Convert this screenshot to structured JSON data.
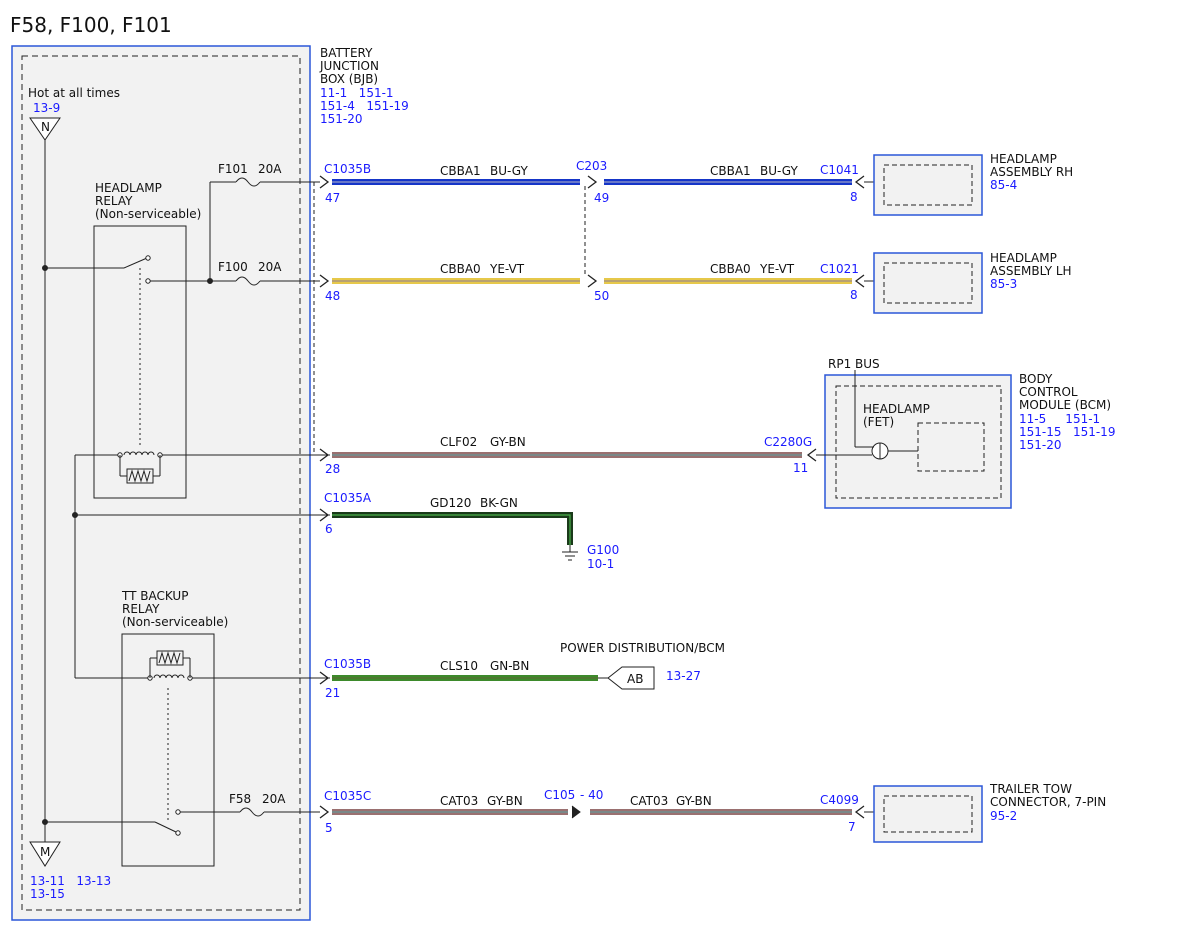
{
  "page_title": "F58, F100, F101",
  "colors": {
    "ref_blue": "#1a1aff",
    "box_border": "#2b57d8",
    "wire_bu_gy": "#1535c8",
    "wire_ye_vt": "#e6c84a",
    "wire_gy_bn": "#9a6a60",
    "wire_bk_gn": "#1a3a1a",
    "wire_gn_bn": "#3d8a2b"
  },
  "bjb": {
    "name_lines": [
      "BATTERY",
      "JUNCTION",
      "BOX (BJB)"
    ],
    "refs": [
      "11-1   151-1",
      "151-4   151-19",
      "151-20"
    ],
    "hot_label": "Hot at all times",
    "hot_ref": "13-9",
    "bus_top_symbol": "N",
    "bus_bottom_symbol": "M",
    "bus_bottom_refs": [
      "13-11   13-13",
      "13-15"
    ],
    "headlamp_relay": [
      "HEADLAMP",
      "RELAY",
      "(Non-serviceable)"
    ],
    "tt_relay": [
      "TT BACKUP",
      "RELAY",
      "(Non-serviceable)"
    ],
    "fuses": [
      {
        "name": "F101",
        "rating": "20A"
      },
      {
        "name": "F100",
        "rating": "20A"
      },
      {
        "name": "F58",
        "rating": "20A"
      }
    ]
  },
  "circuits": [
    {
      "connector": "C1035B",
      "pin": "47",
      "circuit": "CBBA1",
      "color": "BU-GY",
      "inline_connector": "C203",
      "inline_pin": "49",
      "circuit2": "CBBA1",
      "color2": "BU-GY",
      "end_connector": "C1041",
      "end_pin": "8"
    },
    {
      "pin": "48",
      "circuit": "CBBA0",
      "color": "YE-VT",
      "inline_pin": "50",
      "circuit2": "CBBA0",
      "color2": "YE-VT",
      "end_connector": "C1021",
      "end_pin": "8"
    },
    {
      "pin": "28",
      "circuit": "CLF02",
      "color": "GY-BN",
      "end_connector": "C2280G",
      "end_pin": "11"
    },
    {
      "connector": "C1035A",
      "pin": "6",
      "circuit": "GD120",
      "color": "BK-GN"
    },
    {
      "connector": "C1035B",
      "pin": "21",
      "circuit": "CLS10",
      "color": "GN-BN"
    },
    {
      "connector": "C1035C",
      "pin": "5",
      "circuit": "CAT03",
      "color": "GY-BN",
      "inline_connector": "C105",
      "inline_pin": "- 40",
      "circuit2": "CAT03",
      "color2": "GY-BN",
      "end_connector": "C4099",
      "end_pin": "7"
    }
  ],
  "components": {
    "headlamp_rh": {
      "lines": [
        "HEADLAMP",
        "ASSEMBLY RH"
      ],
      "ref": "85-4"
    },
    "headlamp_lh": {
      "lines": [
        "HEADLAMP",
        "ASSEMBLY LH"
      ],
      "ref": "85-3"
    },
    "bcm": {
      "lines": [
        "BODY",
        "CONTROL",
        "MODULE (BCM)"
      ],
      "refs": [
        "11-5     151-1",
        "151-15   151-19",
        "151-20"
      ],
      "bus": "RP1 BUS",
      "inner": [
        "HEADLAMP",
        "(FET)"
      ]
    },
    "ground": {
      "name": "G100",
      "ref": "10-1"
    },
    "power_dist": {
      "label": "POWER DISTRIBUTION/BCM",
      "tag": "AB",
      "ref": "13-27"
    },
    "trailer": {
      "lines": [
        "TRAILER TOW",
        "CONNECTOR, 7-PIN"
      ],
      "ref": "95-2"
    }
  }
}
